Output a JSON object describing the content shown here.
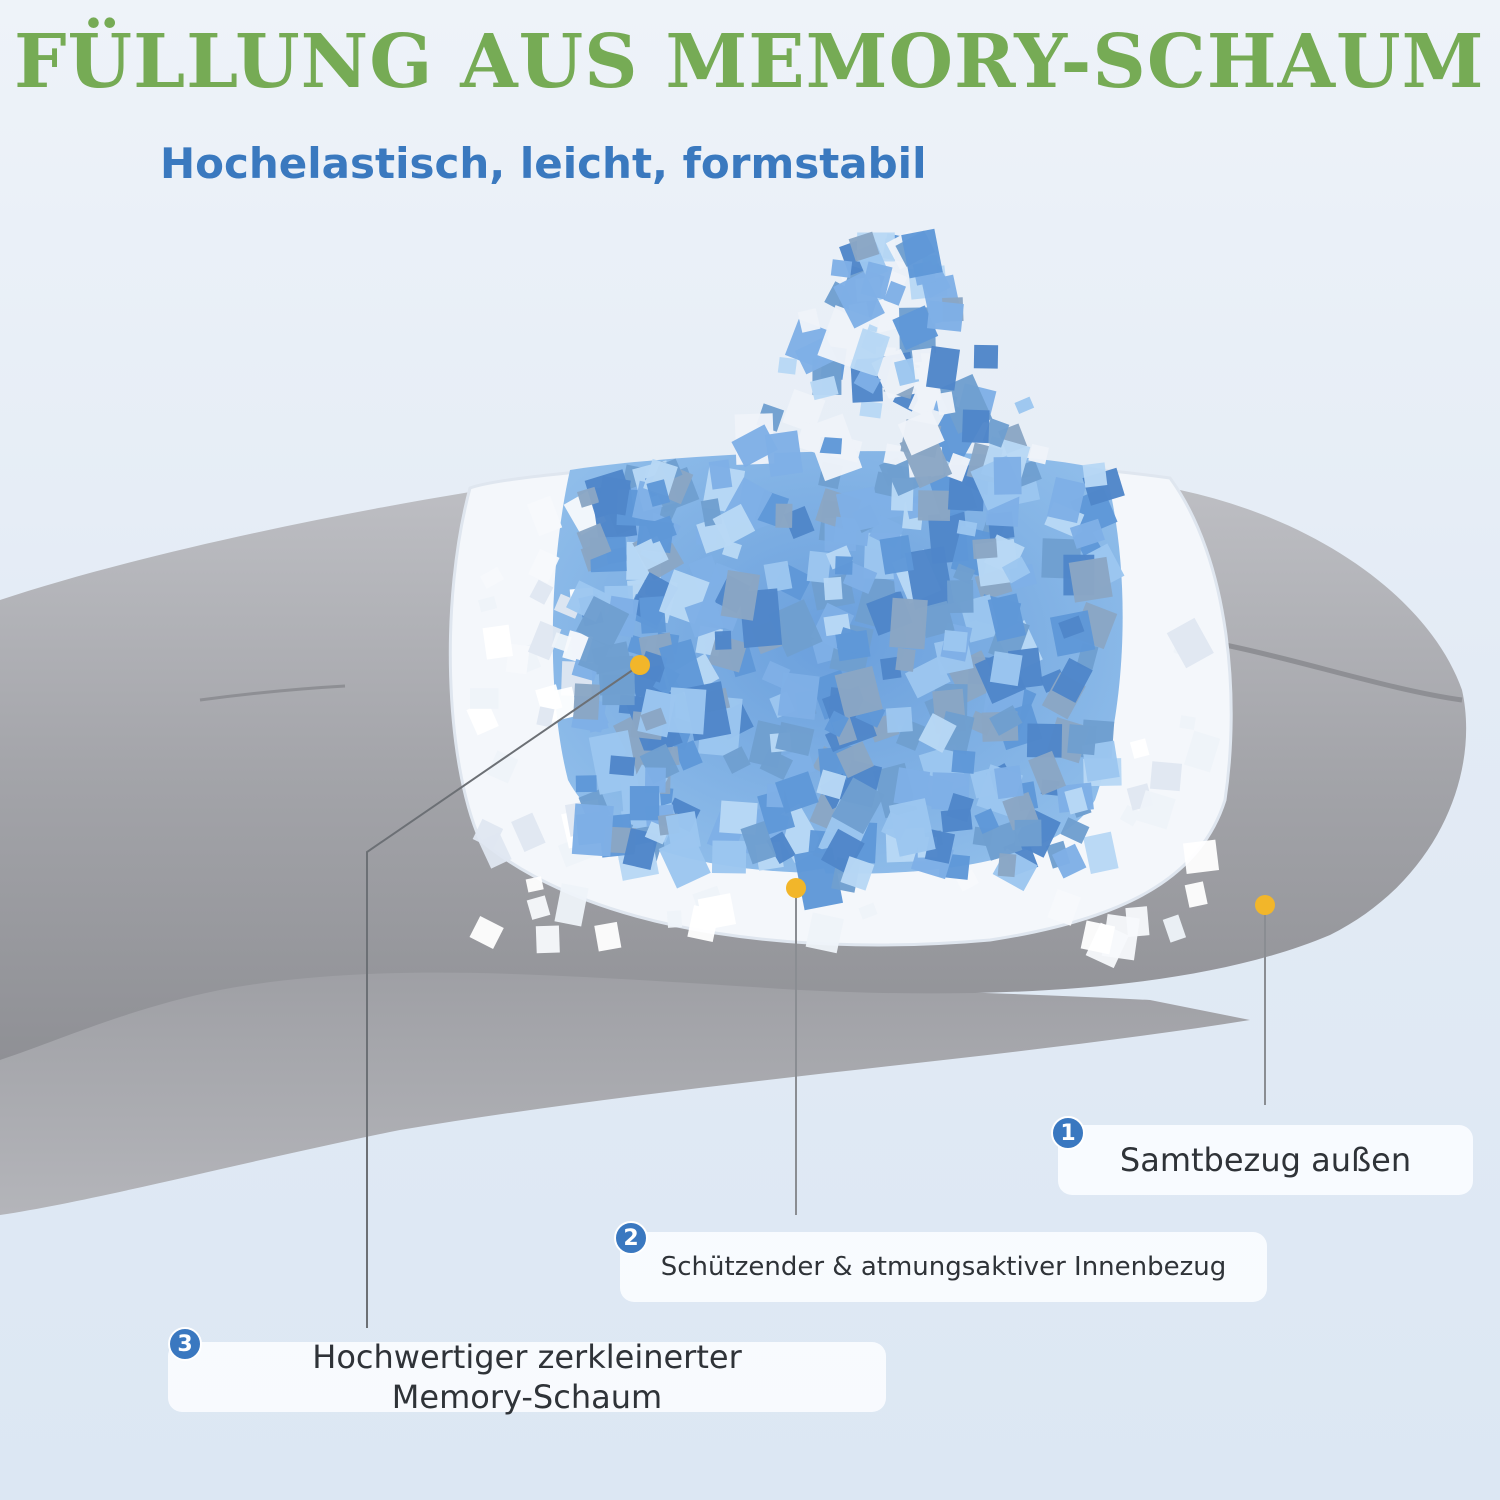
{
  "header": {
    "title": "FÜLLUNG AUS MEMORY-SCHAUM",
    "subtitle": "Hochelastisch, leicht, formstabil"
  },
  "callouts": [
    {
      "number": "1",
      "label": "Samtbezug außen"
    },
    {
      "number": "2",
      "label": "Schützender & atmungsaktiver Innenbezug"
    },
    {
      "number": "3",
      "label_line1": "Hochwertiger zerkleinerter",
      "label_line2": "Memory-Schaum"
    }
  ],
  "colors": {
    "title": "#76ab55",
    "subtitle": "#3a79bf",
    "badge": "#3a78c0",
    "marker": "#f2b62a",
    "pillow": "#a8a9ae",
    "foam_blue": "#7fb0e6",
    "leader_line": "#8a8d92"
  }
}
